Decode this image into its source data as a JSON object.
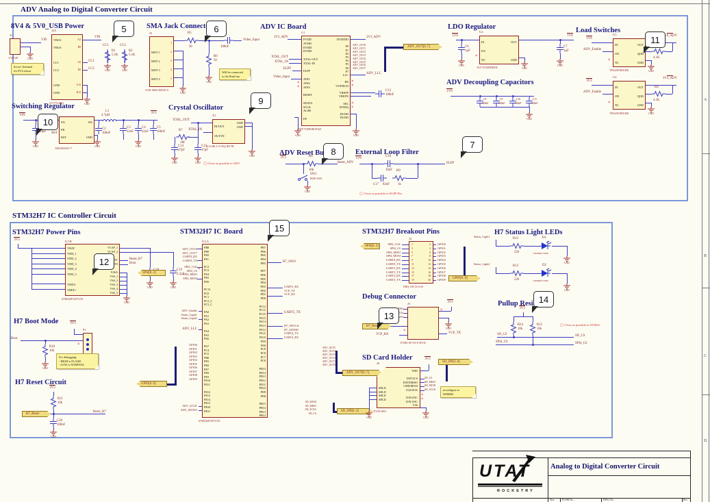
{
  "sym": {
    "gnd": "GND",
    "nc": "×",
    "circ": "◯"
  },
  "sheet": {
    "top_title": "ADV Analog to Digital Converter Circuit",
    "bottom_title": "STM32H7 IC Controller Circuit",
    "zones": [
      "A",
      "B",
      "C",
      "D"
    ]
  },
  "callouts": {
    "n5": "5",
    "n6": "6",
    "n7": "7",
    "n8": "8",
    "n9": "9",
    "n10": "10",
    "n11": "11",
    "n12": "12",
    "n13": "13",
    "n14": "14",
    "n15": "15"
  },
  "power_usb": {
    "title": "8V4 & 5V0_USB Power",
    "j1_ref": "J1",
    "j1_part": "1729128",
    "vin": "VIN",
    "note": "Screw Terminal\nfor 8V4 sensor",
    "j2_ref": "J2A",
    "j2_part": "217175-0001",
    "j2_pins": [
      "VBUS",
      "VBUS",
      "",
      "CC1",
      "CC2",
      "",
      "GND",
      "GND"
    ],
    "j2_nums": [
      "A4",
      "B9",
      "",
      "A5",
      "B5",
      "",
      "A12",
      "B12"
    ],
    "vin2": "VIN",
    "cc1": "CC1",
    "cc2": "CC2",
    "r1_ref": "R1",
    "r1_val": "5.1K",
    "r1_net": "CC1",
    "r2_ref": "R2",
    "r2_val": "5.1K",
    "r2_net": "CC2"
  },
  "sma": {
    "title": "SMA Jack Connector",
    "ref": "J3",
    "part": "CON-SMA-EDGE-S",
    "pins": [
      "",
      "MNT 1",
      "MNT 2",
      "MNT 3",
      "MNT 4"
    ],
    "nums": [
      "1",
      "2",
      "3",
      "4",
      "5"
    ],
    "r5_ref": "R5",
    "r5_val": "36",
    "r6_ref": "R6",
    "r6_val": "50",
    "c_val": "100nF",
    "net": "Video_Input",
    "note": "Will be connected\nto the RunCam"
  },
  "adv_ic": {
    "title": "ADV IC Board",
    "ref": "U1",
    "part": "ADV7180WBCP32Z",
    "left_pins": [
      "PVDD",
      "AVDD",
      "DVDD",
      "DVDD",
      "",
      "XTAL-OUT",
      "XTAL-IN",
      "",
      "ELPF",
      "",
      "AIN1",
      "AIN2",
      "AIN3",
      "",
      "RESET",
      "",
      "SDATA",
      "SCLK",
      "ALSB",
      "",
      "EP"
    ],
    "right_pins": [
      "DVDDIO",
      "",
      "P0",
      "P1",
      "P2",
      "P3",
      "P4",
      "P5",
      "P6",
      "P7",
      "LLC",
      "",
      "HS",
      "VS/FIELD",
      "",
      "VREFP",
      "VREFN",
      "",
      "SEL",
      "INTRQ",
      "",
      "DGND",
      "DGND"
    ],
    "pwr_l": "3V3_ADV",
    "xtal_out": "XTAL_OUT",
    "xtal_in": "XTAL_IN",
    "elpf": "ELPF",
    "video": "Video_Input",
    "pwr_r": "3V3_ADV",
    "llc": "ADV_LLC",
    "out_labels": [
      "ADV_OUT0",
      "ADV_OUT1",
      "ADV_OUT2",
      "ADV_OUT3",
      "ADV_OUT4",
      "ADV_OUT5",
      "ADV_OUT6",
      "ADV_OUT7"
    ],
    "bus_tag": "ADV_OUT[0..7]",
    "c13_ref": "C13",
    "c13_val": "100nF"
  },
  "ldo": {
    "title": "LDO Regulator",
    "ref": "U2",
    "part": "TLV75518PDBVR",
    "pins_l": [
      "IN",
      "EN",
      "NC"
    ],
    "pins_r": [
      "OUT",
      "",
      "GND"
    ],
    "pwr_in": "5V0",
    "pwr_out": "1V8",
    "c_in_ref": "C6",
    "c_in_val": "1µF",
    "c_out_ref": "C7",
    "c_out_val": "1µF"
  },
  "load_sw": {
    "title": "Load Switches",
    "part": "TPS22919DCKR",
    "u1_ref": "U3",
    "u2_ref": "U4",
    "pins_l": [
      "IN",
      "ON",
      "NC"
    ],
    "pins_r": [
      "OUT",
      "QOD",
      "GND"
    ],
    "en": "ADV_Enable",
    "pwr1_in": "1V8",
    "pwr1_out": "1V8_ADV",
    "pwr2_in": "3V3",
    "pwr2_out": "3V3_ADV",
    "r3_ref": "R3",
    "r3_val": "4.1K",
    "r4_ref": "R4",
    "r4_val": "4.1K"
  },
  "sw_reg": {
    "title": "Switching Regulator",
    "part": "AP63203WU-7",
    "pins_l": [
      "EN",
      "FB",
      "RST"
    ],
    "pins_r": [
      "SW",
      "",
      "GND"
    ],
    "vin": "VIN",
    "pwr_out": "3V3",
    "rst": "RST",
    "c1": "C1",
    "c1v": "10µF",
    "c2": "C2",
    "c2v": "100nF",
    "l1": "L1",
    "l1v": "4.7µH",
    "c3": "C3",
    "c3v": "22uF",
    "c4": "C4",
    "c4v": "22uF",
    "c5": "C5",
    "c5v": "100nF"
  },
  "crystal": {
    "title": "Crystal Oscillator",
    "ref": "X1",
    "part": "ECS-286.3-12-33Q-JES-TR",
    "pins_l": [
      "IN/OUT",
      "OUT/IN"
    ],
    "pins_r": [
      "GND",
      "GND"
    ],
    "xtal_out": "XTAL_OUT",
    "xtal_in": "XTAL_IN",
    "r7": "R7",
    "r7v": "1M",
    "c14": "C14",
    "c14v": "47pF",
    "c15": "C15",
    "c15v": "47pF",
    "note": "Close as possible to ADV"
  },
  "decoup": {
    "title": "ADV Decoupling Capacitors",
    "pwr": "1V8",
    "caps": [
      {
        "ref": "C8",
        "val": "100nF"
      },
      {
        "ref": "C9",
        "val": "100nF"
      },
      {
        "ref": "C10",
        "val": "100nF"
      },
      {
        "ref": "C11",
        "val": "100nF"
      }
    ]
  },
  "rst_btn": {
    "title": "ADV Reset Button",
    "pwr": "3V3",
    "r8": "R8",
    "r8v": "10k",
    "sw_ref": "SW1",
    "sw_part": "B3W-1022",
    "net": "Reset_ADV"
  },
  "loop_f": {
    "title": "External Loop Filter",
    "pwr": "1V8",
    "c16": "C16",
    "c16v": "10nF",
    "c17": "C17",
    "c17v": "82nF",
    "r9": "R9",
    "r9v": "1k",
    "net": "ELPF",
    "note": "Close as possible to ELPF Pin"
  },
  "stm_power": {
    "title": "STM32H7 Power Pins",
    "ref": "IC1B",
    "part": "STM32H742VGT6",
    "pwr": "3V3",
    "left_pins": [
      "VBAT",
      "VDD_1",
      "VDD_2",
      "VDD_3",
      "VDD_4",
      "VDD_5",
      "",
      "VDDA",
      "VREF+"
    ],
    "right_pins": [
      "VCAP_1",
      "VCAP_2",
      "",
      "NRST",
      "BOOT0",
      "",
      "VSSA",
      "VSS_1",
      "VSS_2",
      "VSS_3",
      "VSS_4",
      "VSS_5"
    ],
    "reset": "Reset_H7",
    "boot": "Boot",
    "c18": "C18",
    "c18v": "2.2µF",
    "c19": "C19",
    "c19v": "2.2µF"
  },
  "boot": {
    "title": "H7 Boot Mode",
    "net": "Boot",
    "r10": "R10",
    "r10v": "10k",
    "p1_ref": "P1",
    "p1_part": "62000411121",
    "pwr": "3V3",
    "note": "For debugging:\n- HIGH is FLASH\n- LOW is NOMINAL"
  },
  "rst_ckt": {
    "title": "H7 Reset Circuit",
    "pwr": "3V3",
    "r11": "R11",
    "r11v": "10k",
    "tag": "H7_Reset",
    "net": "Reset_H7",
    "c20": "C20",
    "c20v": "100nF"
  },
  "stm_ic": {
    "title": "STM32H7 IC Board",
    "ref": "IC1A",
    "part": "STM32H742VGT6",
    "left_pins": [
      "PB8",
      "PB9",
      "PE0",
      "PE1",
      "",
      "PC2",
      "PC3",
      "PE4",
      "PE5",
      "PE6",
      "",
      "PC13",
      "PC0",
      "PC1",
      "PC2_C",
      "PC3_C",
      "",
      "PA0",
      "PA1",
      "PA2",
      "PA3",
      "",
      "PA4",
      "PA5",
      "PA6",
      "",
      "PA7",
      "PC4",
      "PC5",
      "PB0",
      "PB1",
      "PB2",
      "PE7",
      "PE8",
      "PE9",
      "PE10",
      "PE11",
      "",
      "PE12",
      "PE13",
      "PE14",
      "PE15",
      "PB10",
      "PB11"
    ],
    "right_pins": [
      "PB7",
      "PB6",
      "PB5",
      "PB4",
      "PB3",
      "",
      "PD7",
      "PD6",
      "PD5",
      "PD4",
      "PD3",
      "PD2",
      "PD1",
      "PD0",
      "",
      "PC12",
      "PC11",
      "PC10",
      "PA15",
      "PA14",
      "PA13",
      "PA12",
      "PA11",
      "PA10",
      "PA9",
      "PA8",
      "PC9",
      "PC8",
      "PC7",
      "PC6",
      "",
      "PD15",
      "PD14",
      "PD13",
      "PD12",
      "PD11",
      "PD10",
      "PD9",
      "PD8",
      "",
      "PB15",
      "PB14",
      "PB13",
      "PB12"
    ],
    "nets_l1": [
      "ADV_OUT6",
      "ADV_OUT7",
      "UART8_RX",
      "UART8_TX"
    ],
    "nets_spi": [
      "SPI4_CLK",
      "SPI4_CS",
      "SPI4_MISO",
      "SPI4_MOSI"
    ],
    "tag_spi": "SPI4[0..3]",
    "nets_pa": [
      "ADV_Enable",
      "Status_Light1",
      "Status_Light2"
    ],
    "net_llc": "ADV_LLC",
    "nets_gpio": [
      "GPIO0",
      "GPIO1",
      "GPIO2",
      "GPIO3",
      "GPIO4",
      "GPIO5",
      "GPIO6",
      "GPIO7",
      "GPIO8",
      "GPIO9"
    ],
    "tag_gpio": "GPIO[0..9]",
    "nets_adv": [
      "ADV_SCLK",
      "ADV_SDATA"
    ],
    "net_swo": "H7_SWO",
    "nets_vcp": [
      "UART5_RX",
      "VCP_TX",
      "VCP_RX"
    ],
    "net_u5tx": "UART5_TX",
    "nets_swd": [
      "H7_SWCLK",
      "H7_SWDIO",
      "UART4_TX",
      "UART4_RX"
    ],
    "nets_out": [
      "ADV_OUT5",
      "ADV_OUT4",
      "ADV_OUT3",
      "ADV_OUT2",
      "ADV_OUT1",
      "ADV_OUT0"
    ],
    "tag_out": "ADV_OUT[0..7]",
    "nets_sd": [
      "SD_MOSI",
      "SD_MISO",
      "SD_SCLK",
      "SD_CS"
    ],
    "tag_sd": "SD_SPI[0..3]"
  },
  "breakout": {
    "title": "STM32H7 Breakout Pins",
    "ref": "J4",
    "part": "ERQ-110-14-G-D",
    "tag_spi": "SPI4[0..3]",
    "nets_l": [
      "SPI4_CLK",
      "SPI4_CS",
      "SPI4_MISO",
      "SPI4_MOSI",
      "UART8_RX",
      "UART8_TX",
      "UART5_RX",
      "UART5_TX",
      "UART4_RX",
      "UART4_TX"
    ],
    "nums_l": [
      "1",
      "3",
      "5",
      "7",
      "9",
      "11",
      "13",
      "15",
      "17",
      "19"
    ],
    "nums_r": [
      "2",
      "4",
      "6",
      "8",
      "10",
      "12",
      "14",
      "16",
      "18",
      "20"
    ],
    "nets_r": [
      "GPIO0",
      "GPIO1",
      "GPIO2",
      "GPIO3",
      "GPIO4",
      "GPIO5",
      "GPIO6",
      "GPIO7",
      "GPIO8",
      "GPIO9"
    ],
    "tag_gpio": "GPIO[0..9]"
  },
  "debug": {
    "title": "Debug Connector",
    "ref": "J5",
    "part": "FTSH-107-01-F-DV-K",
    "nets_l": [
      "H7_SWDIO",
      "H7_SWCLK",
      "H7_SWO"
    ],
    "tag": "H7_Reset",
    "vcp_rx": "VCP_RX",
    "pwr": "3V3",
    "vcp_tx": "VCP_TX"
  },
  "sd": {
    "title": "SD Card Holder",
    "ref": "J6",
    "part": "47219-2001",
    "pins_r": [
      "VDD",
      "",
      "DAT3/CS",
      "DAT0/MISO",
      "CMD/MOSI",
      "CLK/SCK",
      "",
      "DAT2/NC",
      "DAT1/NC",
      "VSS"
    ],
    "pins_l": [
      "SHLD",
      "SHLD",
      "SHLD",
      "SHLD"
    ],
    "pwr": "3V3",
    "nets": [
      "SD_CS",
      "SD_MISO",
      "SD_MOSI",
      "SD_SCLK"
    ],
    "tag": "SD_SPI[3..0]",
    "note": "reconfigure to\nSDMMC"
  },
  "leds": {
    "title": "H7 Status Light LEDs",
    "rows": [
      {
        "net": "Status_Light1",
        "r": "R12",
        "rv": "220",
        "d": "D1",
        "part": "150060RS75000"
      },
      {
        "net": "Status_Light2",
        "r": "R13",
        "rv": "220",
        "d": "D2",
        "part": "150060RS75000"
      }
    ]
  },
  "pullups": {
    "title": "Pullup Resistors",
    "pwr": "3V3",
    "r14": "R14",
    "r14v": "10k",
    "r15": "R15",
    "r15v": "10k",
    "sd_cs_l": "SD_CS",
    "sd_cs_r": "SD_CS",
    "spi_cs_l": "SPI4_CS",
    "spi_cs_r": "SPI4_CS",
    "note": "Close as possible to STM32"
  },
  "title_block": {
    "title": "Analog to Digital Converter Circuit",
    "logo": "UTAT",
    "logo_sub": "ROCKETRY",
    "size_label": "Size",
    "fcsm_label": "FCSM No.",
    "dwg_label": "DWG No.",
    "rev_label": "Rev"
  }
}
